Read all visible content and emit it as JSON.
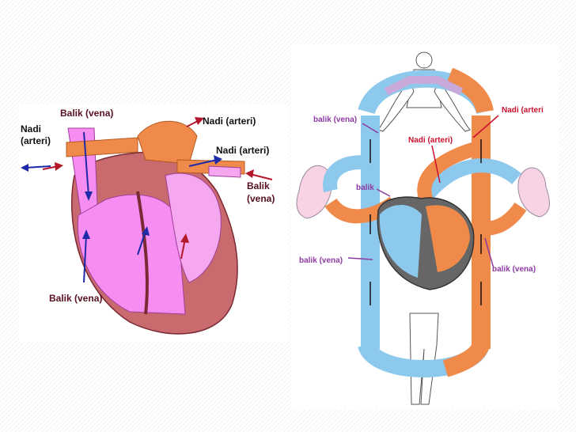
{
  "heart_diagram": {
    "vena_top": "Balik (vena)",
    "arteri_left_line1": "Nadi",
    "arteri_left_line2": "(arteri)",
    "arteri_top_right": "Nadi (arteri)",
    "arteri_mid_right": "Nadi (arteri)",
    "vena_right_line1": "Balik",
    "vena_right_line2": "(vena)",
    "vena_bottom": "Balik (vena)"
  },
  "circulation_diagram": {
    "vena_upper_left": "balik (vena)",
    "arteri_top_right": "Nadi (arteri",
    "arteri_center": "Nadi (arteri)",
    "balik_left": "balik",
    "vena_lower_left": "balik (vena)",
    "vena_lower_right": "balik (vena)"
  },
  "colors": {
    "oxygenated": "#f08a4b",
    "deoxygenated": "#8cc9ec",
    "heart_pink": "#f58ef0",
    "heart_wall": "#c86a6e",
    "label_purple": "#8e3aa3",
    "label_red": "#c8102e"
  }
}
